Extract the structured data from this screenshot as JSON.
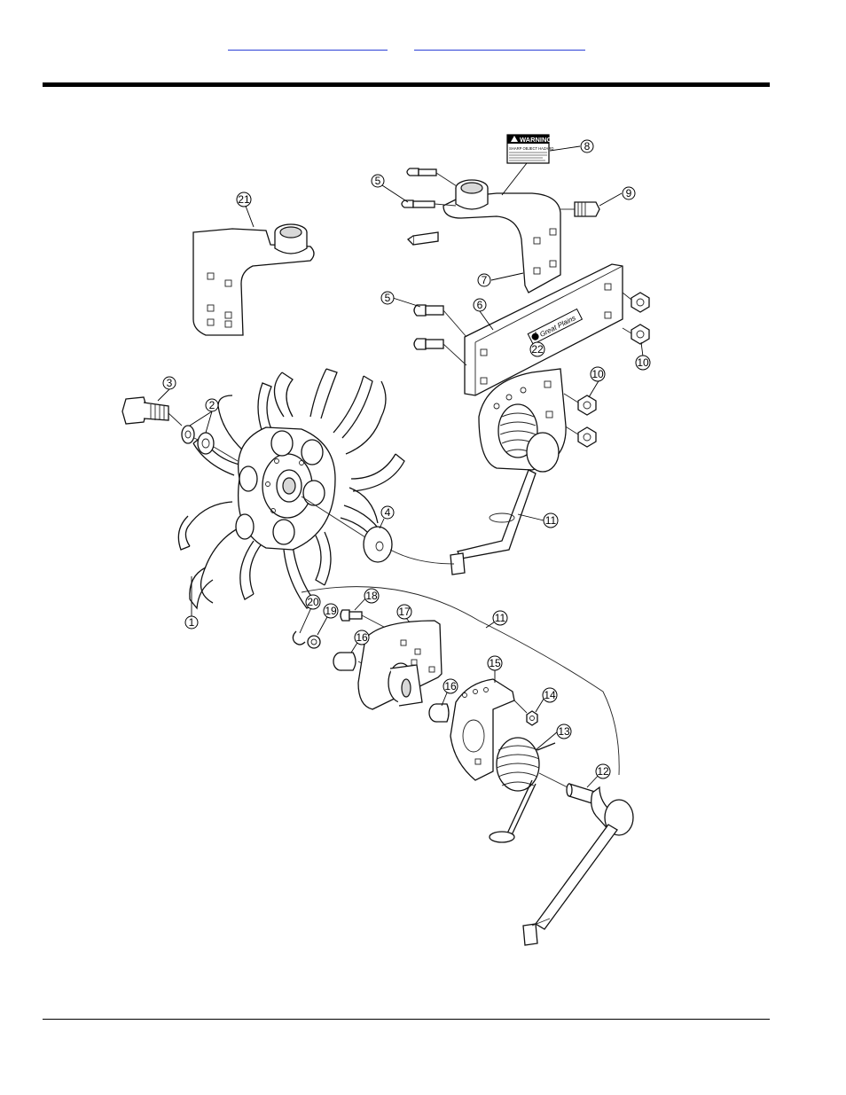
{
  "nav": {
    "link_color": "#2a3fd6"
  },
  "warning_label": {
    "title": "WARNING",
    "subtitle": "SHARP OBJECT HAZARD"
  },
  "brand_plate": {
    "text": "Great Plains"
  },
  "callouts": [
    {
      "id": "c1",
      "label": "1"
    },
    {
      "id": "c2",
      "label": "2"
    },
    {
      "id": "c3",
      "label": "3"
    },
    {
      "id": "c4",
      "label": "4"
    },
    {
      "id": "c5a",
      "label": "5"
    },
    {
      "id": "c5b",
      "label": "5"
    },
    {
      "id": "c6",
      "label": "6"
    },
    {
      "id": "c7",
      "label": "7"
    },
    {
      "id": "c8",
      "label": "8"
    },
    {
      "id": "c9",
      "label": "9"
    },
    {
      "id": "c10a",
      "label": "10"
    },
    {
      "id": "c10b",
      "label": "10"
    },
    {
      "id": "c11a",
      "label": "11"
    },
    {
      "id": "c11b",
      "label": "11"
    },
    {
      "id": "c12",
      "label": "12"
    },
    {
      "id": "c13",
      "label": "13"
    },
    {
      "id": "c14",
      "label": "14"
    },
    {
      "id": "c15",
      "label": "15"
    },
    {
      "id": "c16a",
      "label": "16"
    },
    {
      "id": "c16b",
      "label": "16"
    },
    {
      "id": "c17",
      "label": "17"
    },
    {
      "id": "c18",
      "label": "18"
    },
    {
      "id": "c19",
      "label": "19"
    },
    {
      "id": "c20",
      "label": "20"
    },
    {
      "id": "c21",
      "label": "21"
    },
    {
      "id": "c22",
      "label": "22"
    }
  ]
}
